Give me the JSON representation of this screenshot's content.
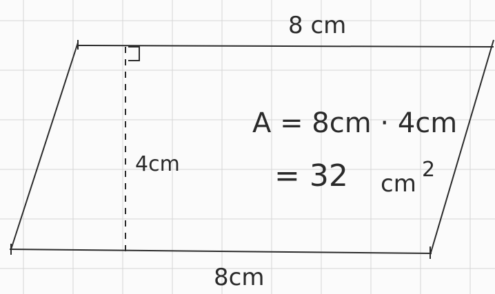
{
  "diagram": {
    "top_label": "8 cm",
    "bottom_label": "8cm",
    "height_label": "4cm",
    "formula_line1": "A = 8cm · 4cm",
    "formula_line2_prefix": "= 32",
    "formula_line2_unit": "cm",
    "formula_line2_exp": "2"
  },
  "colors": {
    "ink": "#2a2a2a",
    "grid": "#d4d4d4",
    "paper": "#fbfbfb"
  }
}
